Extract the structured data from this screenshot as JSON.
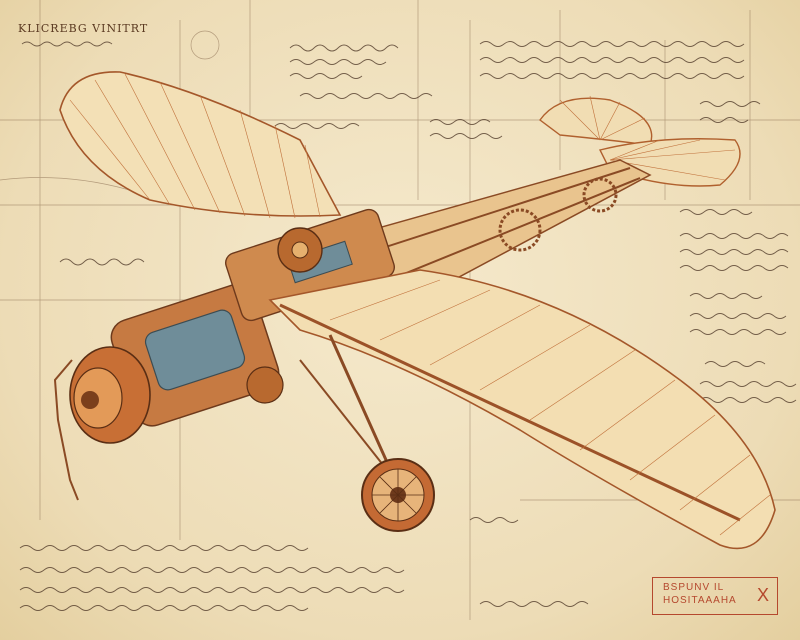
{
  "sheet": {
    "title": "KLICREBG VINITRT",
    "stamp_line1": "BSPUNV IL",
    "stamp_line2": "HOSITAAAHA",
    "stamp_mark": "X"
  },
  "colors": {
    "parchment": "#efe0bf",
    "ink": "#6b4a30",
    "copper": "#c8703a",
    "steel_blue": "#5f7f8f",
    "stamp_red": "#b5482e"
  }
}
